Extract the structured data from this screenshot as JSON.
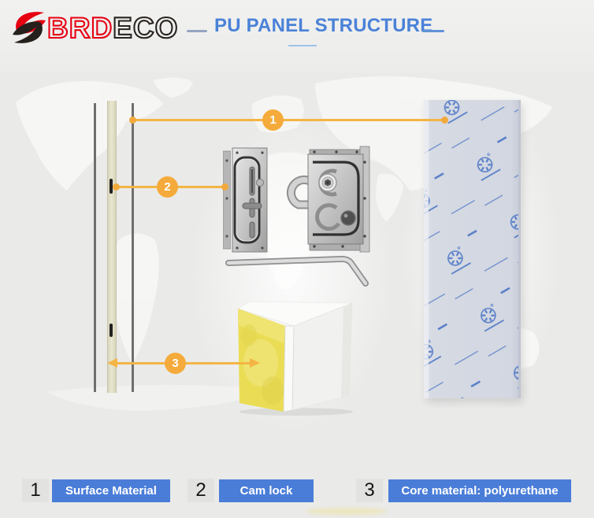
{
  "header": {
    "brand_red": "BRD",
    "brand_dark": "ECO",
    "title": "PU PANEL STRUCTURE"
  },
  "callouts": [
    {
      "number": "1"
    },
    {
      "number": "2"
    },
    {
      "number": "3"
    }
  ],
  "legend": [
    {
      "number": "1",
      "label": "Surface Material"
    },
    {
      "number": "2",
      "label": "Cam lock"
    },
    {
      "number": "3",
      "label": "Core material: polyurethane"
    }
  ],
  "colors": {
    "accent_blue": "#4a7dd8",
    "title_blue": "#4a82d8",
    "brand_red": "#e60012",
    "arrow_orange": "#f4b544",
    "film_logo_blue": "#4470c4",
    "foam_yellow": "#eadd55"
  }
}
